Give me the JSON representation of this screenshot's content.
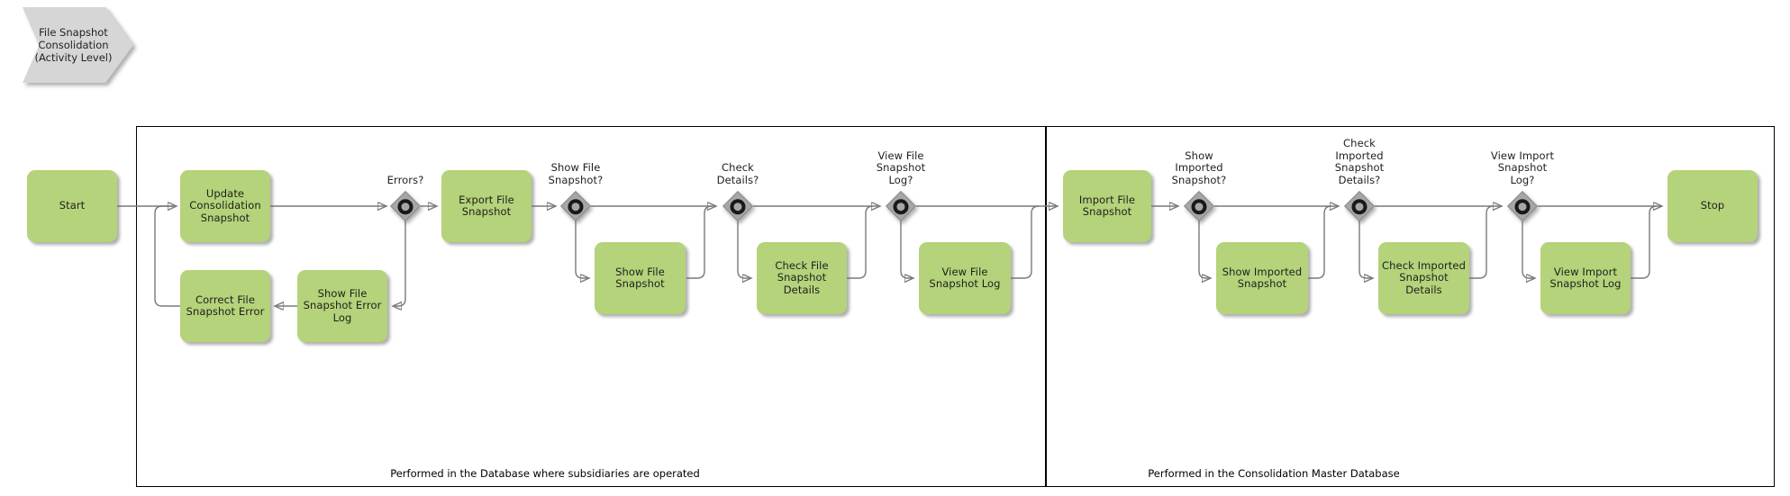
{
  "banner": {
    "label": "File Snapshot\nConsolidation\n(Activity Level)"
  },
  "lanes": [
    {
      "label": "Performed in the Database where subsidiaries are operated"
    },
    {
      "label": "Performed in the Consolidation Master Database"
    }
  ],
  "nodes": {
    "start": {
      "label": "Start"
    },
    "update_consolidation_snapshot": {
      "label": "Update\nConsolidation\nSnapshot"
    },
    "correct_file_snapshot_error": {
      "label": "Correct File\nSnapshot Error"
    },
    "show_file_snapshot_error_log": {
      "label": "Show File\nSnapshot Error\nLog"
    },
    "export_file_snapshot": {
      "label": "Export File\nSnapshot"
    },
    "show_file_snapshot": {
      "label": "Show File\nSnapshot"
    },
    "check_file_snapshot_details": {
      "label": "Check File\nSnapshot Details"
    },
    "view_file_snapshot_log": {
      "label": "View File\nSnapshot Log"
    },
    "import_file_snapshot": {
      "label": "Import File\nSnapshot"
    },
    "show_imported_snapshot": {
      "label": "Show Imported\nSnapshot"
    },
    "check_imported_snapshot_details": {
      "label": "Check Imported\nSnapshot Details"
    },
    "view_import_snapshot_log": {
      "label": "View Import\nSnapshot Log"
    },
    "stop": {
      "label": "Stop"
    }
  },
  "decisions": {
    "errors": {
      "label": "Errors?"
    },
    "show_file_snapshot": {
      "label": "Show File\nSnapshot?"
    },
    "check_details": {
      "label": "Check\nDetails?"
    },
    "view_file_snapshot_log": {
      "label": "View File\nSnapshot\nLog?"
    },
    "show_imported_snapshot": {
      "label": "Show\nImported\nSnapshot?"
    },
    "check_imported_snapshot_details": {
      "label": "Check\nImported\nSnapshot\nDetails?"
    },
    "view_import_snapshot_log": {
      "label": "View Import\nSnapshot\nLog?"
    }
  },
  "colors": {
    "task_fill": "#b4d37a",
    "decision_fill": "#a6a6a6",
    "connector": "#7a7a7a",
    "banner_fill": "#d6d6d6",
    "lane_border": "#000000",
    "text": "#1e1e1e",
    "background": "#ffffff"
  }
}
